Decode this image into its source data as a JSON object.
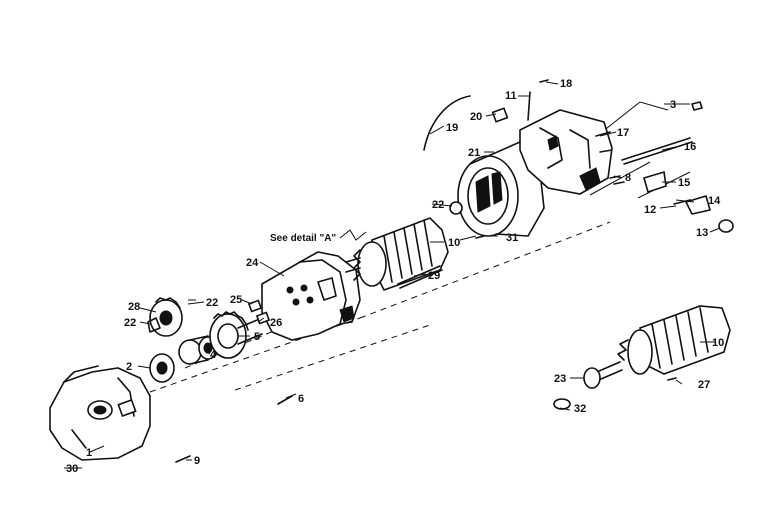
{
  "diagram": {
    "detail_callout": "See detail \"A\"",
    "labels": {
      "l1": "1",
      "l2": "2",
      "l3": "3",
      "l4": "4",
      "l5": "5",
      "l6": "6",
      "l8": "8",
      "l9": "9",
      "l10a": "10",
      "l10b": "10",
      "l11": "11",
      "l12": "12",
      "l13": "13",
      "l14": "14",
      "l15": "15",
      "l16": "16",
      "l17": "17",
      "l18": "18",
      "l19": "19",
      "l20": "20",
      "l21": "21",
      "l22a": "22",
      "l22b": "22",
      "l22c": "22",
      "l23": "23",
      "l24": "24",
      "l25": "25",
      "l26": "26",
      "l27": "27",
      "l28": "28",
      "l29": "29",
      "l30": "30",
      "l31": "31",
      "l32": "32"
    }
  }
}
